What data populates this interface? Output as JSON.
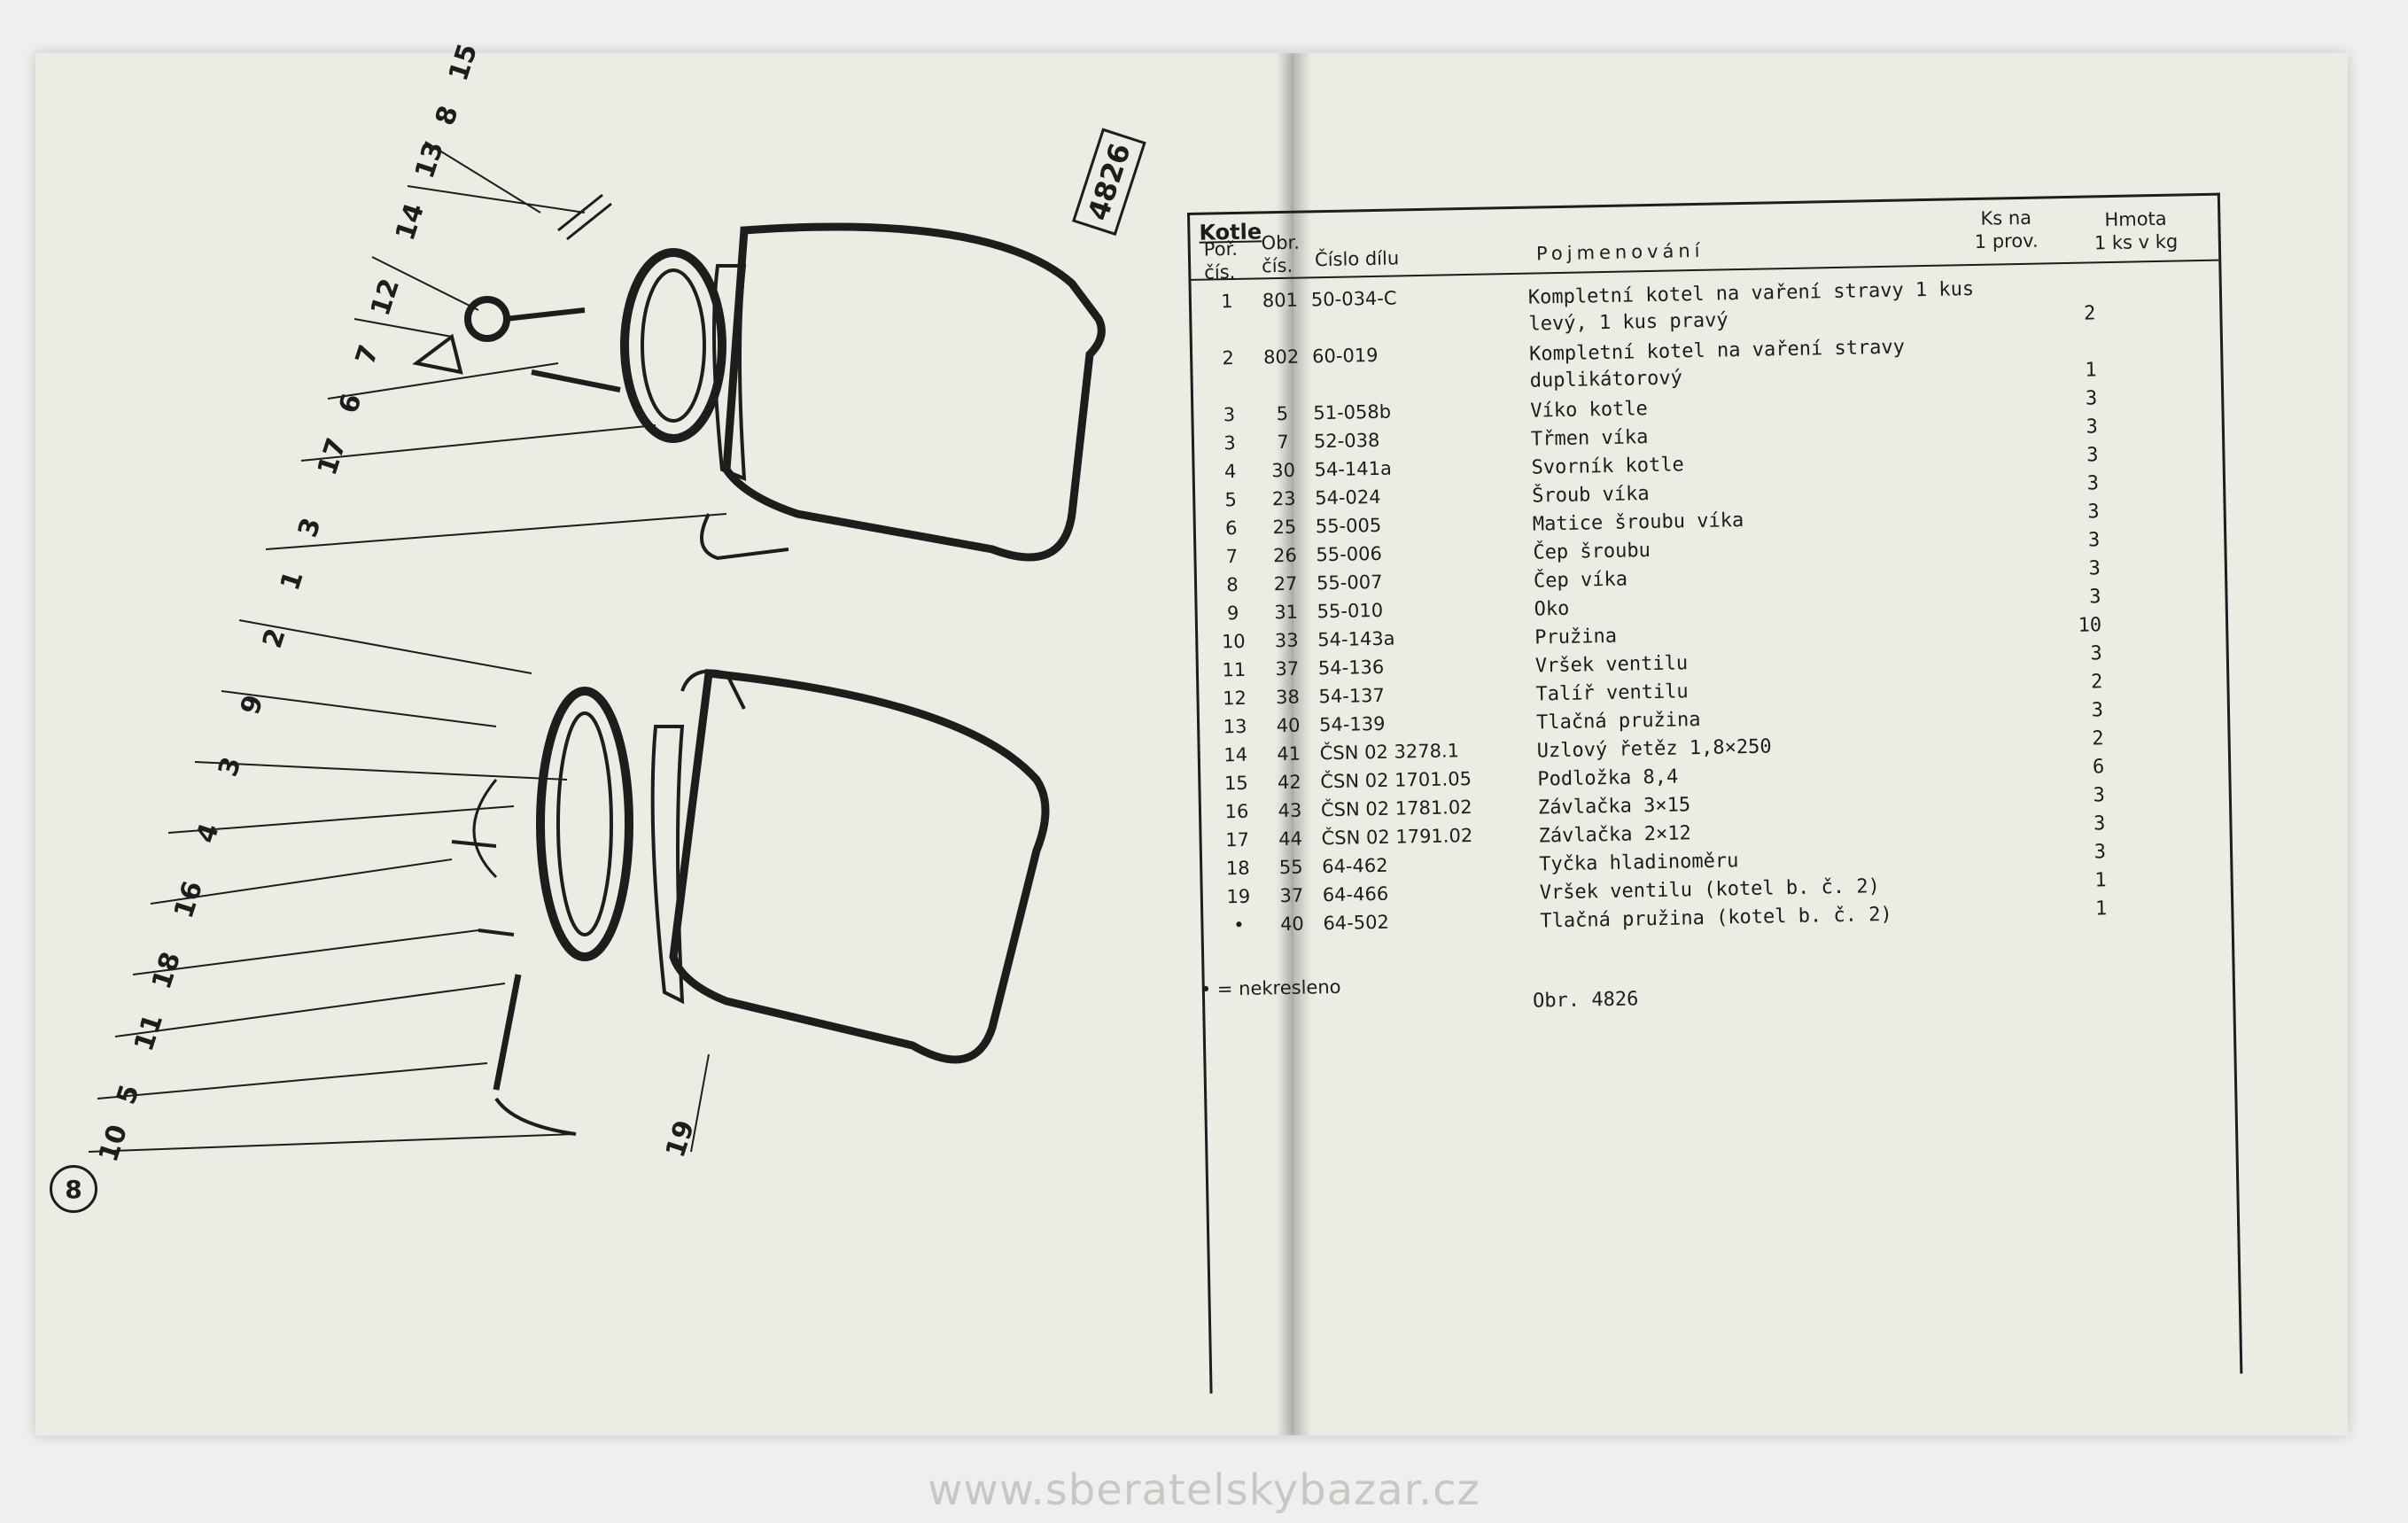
{
  "left_page": {
    "figure_number": "4826",
    "page_number": "8",
    "callouts_top": [
      "15",
      "8",
      "13",
      "14",
      "12",
      "7",
      "6",
      "17",
      "3",
      "1"
    ],
    "callouts_bottom": [
      "2",
      "9",
      "3",
      "4",
      "16",
      "18",
      "11",
      "5",
      "10"
    ],
    "callout_bottom_right": "19"
  },
  "right_page": {
    "section_title": "Kotle",
    "headers": {
      "pos": "Poř.",
      "pos2": "čís.",
      "vyk": "Obr.",
      "vyk2": "čís.",
      "cislo": "Číslo dílu",
      "name": "Pojmenování",
      "ks": "Ks na",
      "ks2": "1 prov.",
      "hmota": "Hmota",
      "hmota2": "1 ks v kg"
    },
    "rows": [
      {
        "pos": "1",
        "vyk": "801",
        "cislo": "50-034-C",
        "name": "Kompletní kotel na vaření stravy 1 kus levý, 1 kus pravý",
        "ks": "2"
      },
      {
        "pos": "2",
        "vyk": "802",
        "cislo": "60-019",
        "name": "Kompletní kotel na vaření stravy duplikátorový",
        "ks": "1"
      },
      {
        "pos": "3",
        "vyk": "5",
        "cislo": "51-058b",
        "name": "Víko kotle",
        "ks": "3"
      },
      {
        "pos": "3",
        "vyk": "7",
        "cislo": "52-038",
        "name": "Třmen víka",
        "ks": "3"
      },
      {
        "pos": "4",
        "vyk": "30",
        "cislo": "54-141a",
        "name": "Svorník kotle",
        "ks": "3"
      },
      {
        "pos": "5",
        "vyk": "23",
        "cislo": "54-024",
        "name": "Šroub víka",
        "ks": "3"
      },
      {
        "pos": "6",
        "vyk": "25",
        "cislo": "55-005",
        "name": "Matice šroubu víka",
        "ks": "3"
      },
      {
        "pos": "7",
        "vyk": "26",
        "cislo": "55-006",
        "name": "Čep šroubu",
        "ks": "3"
      },
      {
        "pos": "8",
        "vyk": "27",
        "cislo": "55-007",
        "name": "Čep víka",
        "ks": "3"
      },
      {
        "pos": "9",
        "vyk": "31",
        "cislo": "55-010",
        "name": "Oko",
        "ks": "3"
      },
      {
        "pos": "10",
        "vyk": "33",
        "cislo": "54-143a",
        "name": "Pružina",
        "ks": "10"
      },
      {
        "pos": "11",
        "vyk": "37",
        "cislo": "54-136",
        "name": "Vršek ventilu",
        "ks": "3"
      },
      {
        "pos": "12",
        "vyk": "38",
        "cislo": "54-137",
        "name": "Talíř ventilu",
        "ks": "2"
      },
      {
        "pos": "13",
        "vyk": "40",
        "cislo": "54-139",
        "name": "Tlačná pružina",
        "ks": "3"
      },
      {
        "pos": "14",
        "vyk": "41",
        "cislo": "ČSN 02 3278.1",
        "name": "Uzlový řetěz 1,8×250",
        "ks": "2"
      },
      {
        "pos": "15",
        "vyk": "42",
        "cislo": "ČSN 02 1701.05",
        "name": "Podložka 8,4",
        "ks": "6"
      },
      {
        "pos": "16",
        "vyk": "43",
        "cislo": "ČSN 02 1781.02",
        "name": "Závlačka 3×15",
        "ks": "3"
      },
      {
        "pos": "17",
        "vyk": "44",
        "cislo": "ČSN 02 1791.02",
        "name": "Závlačka 2×12",
        "ks": "3"
      },
      {
        "pos": "18",
        "vyk": "55",
        "cislo": "64-462",
        "name": "Tyčka hladinoměru",
        "ks": "3"
      },
      {
        "pos": "19",
        "vyk": "37",
        "cislo": "64-466",
        "name": "Vršek ventilu (kotel b. č. 2)",
        "ks": "1"
      },
      {
        "pos": "•",
        "vyk": "40",
        "cislo": "64-502",
        "name": "Tlačná pružina (kotel b. č. 2)",
        "ks": "1"
      }
    ],
    "footnote": "• = nekresleno",
    "figure_caption": "Obr. 4826"
  },
  "watermark": "www.sberatelskybazar.cz"
}
